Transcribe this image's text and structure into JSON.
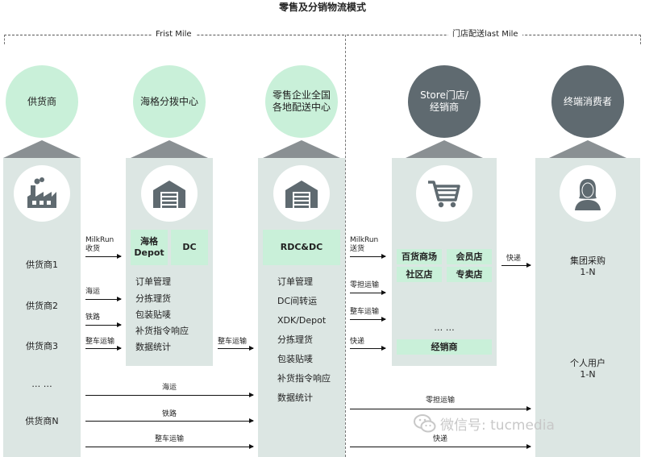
{
  "title": "零售及分销物流模式",
  "segments": {
    "first_mile": "Frist Mile",
    "last_mile": "门店配送last Mile"
  },
  "nodes": {
    "supplier": "供货商",
    "hub": "海格分拨中心",
    "rdc": "零售企业全国各地配送中心",
    "store": "Store门店/经销商",
    "consumer": "终端消费者"
  },
  "icons": {
    "supplier": "factory-icon",
    "hub": "warehouse-icon",
    "rdc": "warehouse-icon",
    "store": "shopping-cart-icon",
    "consumer": "person-icon"
  },
  "suppliers": [
    "供货商1",
    "供货商2",
    "供货商3",
    "… …",
    "供货商N"
  ],
  "hub_boxes": [
    "海格Depot",
    "DC"
  ],
  "hub_tasks": [
    "订单管理",
    "分拣理货",
    "包装贴唛",
    "补货指令响应",
    "数据统计"
  ],
  "rdc_box": "RDC&DC",
  "rdc_tasks": [
    "订单管理",
    "DC间转运",
    "XDK/Depot",
    "分拣理货",
    "包装贴唛",
    "补货指令响应",
    "数据统计"
  ],
  "store_boxes": [
    "百货商场",
    "会员店",
    "社区店",
    "专卖店"
  ],
  "store_dots": "… …",
  "store_dealer": "经销商",
  "consumer_types": [
    {
      "name": "集团采购",
      "ratio": "1-N"
    },
    {
      "name": "个人用户",
      "ratio": "1-N"
    }
  ],
  "arrows": {
    "a1": "MilkRun收货",
    "a2": "海运",
    "a3": "铁路",
    "a4": "整车运输",
    "a5": "整车运输",
    "a6": "MilkRun送货",
    "a7": "零担运输",
    "a8": "整车运输",
    "a9": "快递",
    "a10": "快递",
    "long1": "海运",
    "long2": "铁路",
    "long3": "整车运输",
    "long4": "零担运输",
    "long5": "快递"
  },
  "watermark": "微信号: tucmedia",
  "colors": {
    "column": "#dce6e3",
    "green": "#c9f0d9",
    "dark": "#5f6a70",
    "triangle": "#8a9093"
  }
}
